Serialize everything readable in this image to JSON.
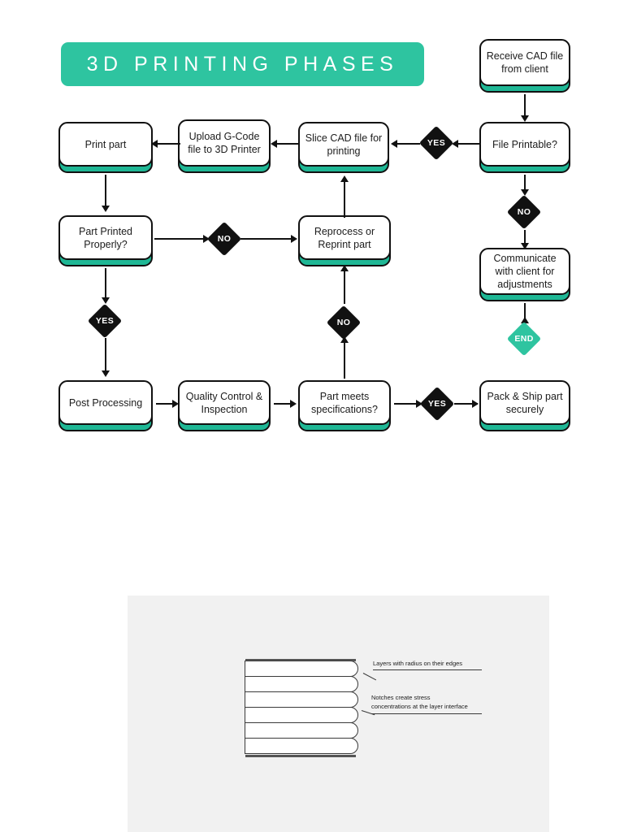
{
  "title": {
    "text": "3D PRINTING PHASES",
    "background_color": "#2ec4a0",
    "text_color": "#ffffff"
  },
  "theme": {
    "accent_color": "#2ec4a0",
    "shadow_color": "#1fb795",
    "node_border_color": "#111111",
    "node_fill_color": "#ffffff",
    "diamond_color": "#111111",
    "page_background": "#ffffff",
    "panel_background": "#f1f1f1"
  },
  "flowchart": {
    "nodes": [
      {
        "id": "receive-cad",
        "label": "Receive CAD file from client"
      },
      {
        "id": "file-printable",
        "label": "File Printable?"
      },
      {
        "id": "communicate",
        "label": "Communicate with client for adjustments"
      },
      {
        "id": "slice-cad",
        "label": "Slice CAD file for printing"
      },
      {
        "id": "upload-gcode",
        "label": "Upload G-Code file to 3D Printer"
      },
      {
        "id": "print-part",
        "label": "Print part"
      },
      {
        "id": "part-printed",
        "label": "Part Printed Properly?"
      },
      {
        "id": "reprocess",
        "label": "Reprocess or Reprint part"
      },
      {
        "id": "post-processing",
        "label": "Post Processing"
      },
      {
        "id": "quality-control",
        "label": "Quality Control & Inspection"
      },
      {
        "id": "part-meets-spec",
        "label": "Part meets specifications?"
      },
      {
        "id": "pack-ship",
        "label": "Pack & Ship part securely"
      }
    ],
    "decisions": [
      {
        "id": "yes-printable",
        "label": "YES",
        "style": "black"
      },
      {
        "id": "no-printable",
        "label": "NO",
        "style": "black"
      },
      {
        "id": "no-printed-ok",
        "label": "NO",
        "style": "black"
      },
      {
        "id": "yes-printed-ok",
        "label": "YES",
        "style": "black"
      },
      {
        "id": "no-meets-spec",
        "label": "NO",
        "style": "black"
      },
      {
        "id": "yes-meets-spec",
        "label": "YES",
        "style": "black"
      },
      {
        "id": "end-marker",
        "label": "END",
        "style": "teal"
      }
    ]
  },
  "illustration": {
    "annotations": [
      {
        "id": "radius-note",
        "text": "Layers with radius on their edges"
      },
      {
        "id": "notch-note-line1",
        "text": "Notches create stress"
      },
      {
        "id": "notch-note-line2",
        "text": "concentrations at the layer interface"
      }
    ],
    "layer_count": 6
  }
}
